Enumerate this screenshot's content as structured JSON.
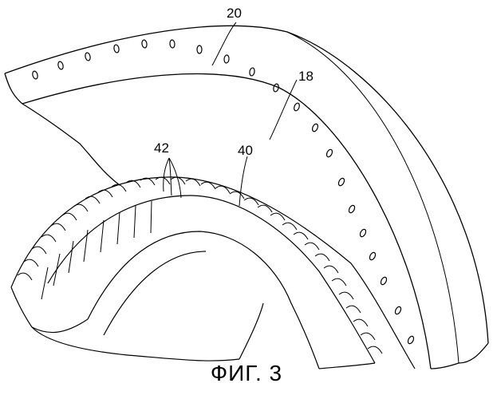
{
  "figure": {
    "caption": "ФИГ. 3",
    "line_color": "#000000",
    "background": "#ffffff",
    "reference_numerals": {
      "r20": "20",
      "r18": "18",
      "r42": "42",
      "r40": "40"
    }
  }
}
